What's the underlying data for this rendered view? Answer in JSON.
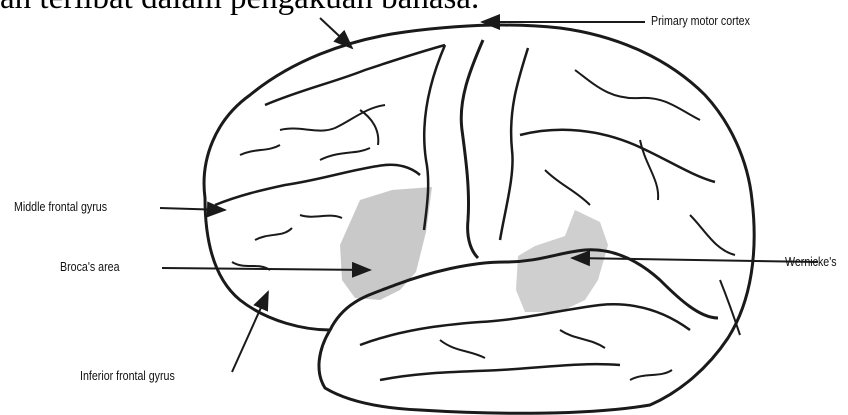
{
  "caption": "an terlibat dalam pengakuan bahasa.",
  "labels": {
    "primary_motor_cortex": "Primary motor cortex",
    "middle_frontal_gyrus": "Middle frontal gyrus",
    "brocas_area": "Broca's area",
    "wernickes": "Wernicke's",
    "inferior_frontal_gyrus": "Inferior frontal gyrus"
  },
  "colors": {
    "outline": "#1a1a1a",
    "shaded_region": "#c9c9c9",
    "background": "#ffffff"
  }
}
